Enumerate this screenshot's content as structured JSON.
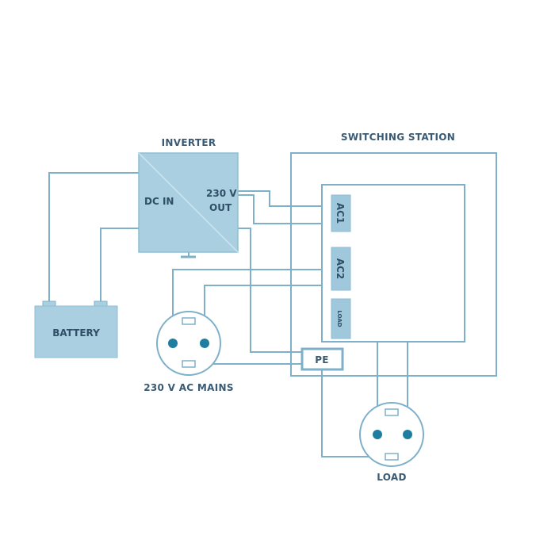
{
  "labels": {
    "inverter": "INVERTER",
    "switching_station": "SWITCHING STATION",
    "dc_in": "DC IN",
    "out_230": "230 V",
    "out": "OUT",
    "battery": "BATTERY",
    "mains": "230 V AC MAINS",
    "pe": "PE",
    "ac1": "AC1",
    "ac2": "AC2",
    "load_terminal": "LOAD",
    "load": "LOAD"
  },
  "colors": {
    "wire": "#7fb0c9",
    "block_fill": "#a9cfe0",
    "block_stroke": "#8fbdd2",
    "terminal_fill": "#9fc8dc",
    "pin": "#1f7ea0",
    "text": "#3a5a73"
  }
}
